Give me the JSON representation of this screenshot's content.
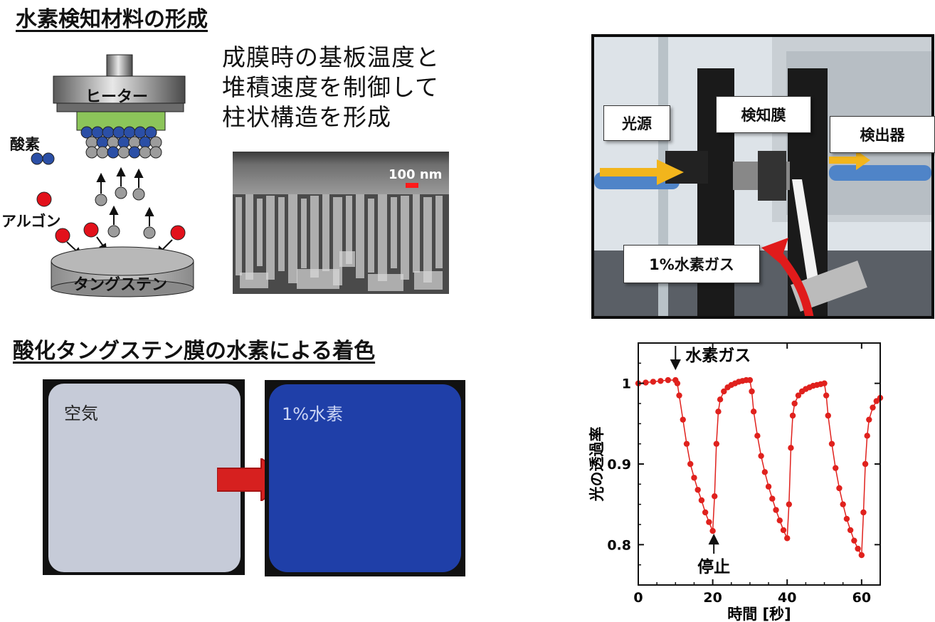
{
  "section1": {
    "heading": "水素検知材料の形成",
    "description": [
      "成膜時の基板温度と",
      "堆積速度を制御して",
      "柱状構造を形成"
    ],
    "heater_label": "ヒーター",
    "oxygen_label": "酸素",
    "argon_label": "アルゴン",
    "target_label": "タングステン",
    "sem_scale_label": "100 nm",
    "colors": {
      "heater": "#8c8c8c",
      "substrate": "#8cc55a",
      "oxygen": "#2b4fa6",
      "argon": "#e2111b",
      "tungsten": "#9a9a9a",
      "grey_atom": "#9c9c9c"
    }
  },
  "section2": {
    "heading": "酸化タングステン膜の水素による着色",
    "sample_air_label": "空気",
    "sample_h2_label": "1%水素",
    "colors": {
      "air_sample": "#c6cbd8",
      "h2_sample": "#1f3fa8",
      "arrow": "#d6201f"
    }
  },
  "photo": {
    "light_source_label": "光源",
    "sensing_film_label": "検知膜",
    "detector_label": "検出器",
    "gas_label": "1%水素ガス"
  },
  "chart_data": {
    "type": "line",
    "title": "",
    "xlabel": "時間 [秒]",
    "ylabel": "光の透過率",
    "xlim": [
      0,
      65
    ],
    "ylim": [
      0.75,
      1.05
    ],
    "xticks": [
      "0",
      "20",
      "40",
      "60"
    ],
    "yticks": [
      "0.8",
      "0.9",
      "1"
    ],
    "annotations": {
      "gas_on": "水素ガス",
      "stop": "停止"
    },
    "color": "#e0211d",
    "series": [
      {
        "x": [
          0,
          2,
          4,
          6,
          8,
          10,
          10.5,
          11,
          12,
          13,
          14,
          15,
          16,
          17,
          18,
          19,
          20,
          20.5,
          21,
          21.5,
          22,
          23,
          24,
          25,
          26,
          27,
          28,
          29,
          30,
          30.5,
          31,
          32,
          33,
          34,
          35,
          36,
          37,
          38,
          39,
          40,
          40.5,
          41,
          41.5,
          42,
          43,
          44,
          45,
          46,
          47,
          48,
          49,
          50,
          50.5,
          51,
          52,
          53,
          54,
          55,
          56,
          57,
          58,
          59,
          60,
          60.5,
          61,
          61.5,
          62,
          63,
          64,
          65
        ],
        "y": [
          1.0,
          1.001,
          1.002,
          1.003,
          1.004,
          1.004,
          1.0,
          0.985,
          0.955,
          0.925,
          0.9,
          0.883,
          0.868,
          0.855,
          0.84,
          0.828,
          0.817,
          0.86,
          0.925,
          0.965,
          0.98,
          0.99,
          0.995,
          0.998,
          1.0,
          1.002,
          1.003,
          1.004,
          1.004,
          0.99,
          0.965,
          0.935,
          0.91,
          0.89,
          0.872,
          0.857,
          0.843,
          0.83,
          0.818,
          0.808,
          0.85,
          0.92,
          0.96,
          0.975,
          0.985,
          0.99,
          0.993,
          0.995,
          0.997,
          0.998,
          0.999,
          1.0,
          0.985,
          0.96,
          0.925,
          0.895,
          0.87,
          0.85,
          0.832,
          0.818,
          0.805,
          0.795,
          0.787,
          0.84,
          0.9,
          0.935,
          0.955,
          0.97,
          0.978,
          0.982
        ]
      }
    ]
  }
}
